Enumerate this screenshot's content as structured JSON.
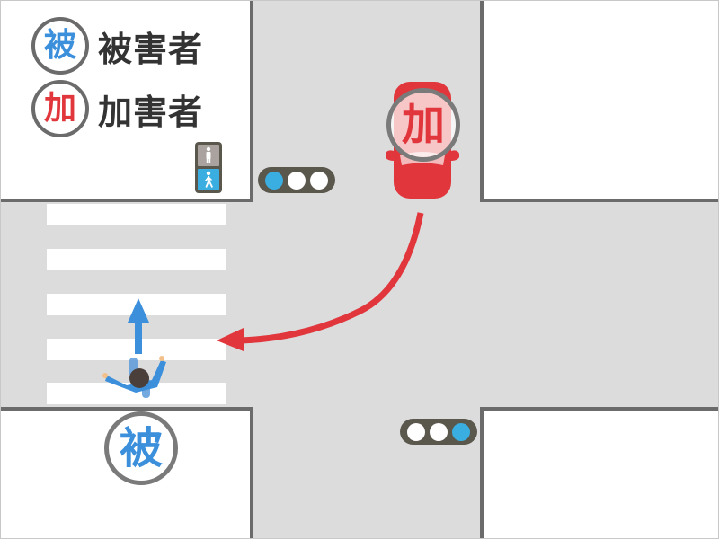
{
  "legend": {
    "victim": {
      "badge": "被",
      "label": "被害者",
      "color": "#3b8fdb"
    },
    "offender": {
      "badge": "加",
      "label": "加害者",
      "color": "#e0363c"
    }
  },
  "markers": {
    "offender_car": {
      "text": "加",
      "color": "#e0363c"
    },
    "victim_pedestrian": {
      "text": "被",
      "color": "#3b8fdb"
    }
  },
  "signals": {
    "pedestrian_signal": {
      "top_state": "stop (off)",
      "bottom_state": "walk (lit)",
      "lit_color": "#3aaee0",
      "off_color": "#a9a29e"
    },
    "traffic_light_top": {
      "lamps": [
        "blue",
        "off",
        "off"
      ]
    },
    "traffic_light_bottom": {
      "lamps": [
        "off",
        "off",
        "blue"
      ]
    }
  },
  "colors": {
    "road": "#dcdcdc",
    "sidewalk": "#ffffff",
    "curb": "#6b6b6b",
    "signal_housing": "#5a574c",
    "signal_blue": "#3aaee0",
    "signal_off": "#ffffff",
    "car": "#e0363c",
    "car_path_arrow": "#e0363c",
    "pedestrian_arrow": "#3b8fdb",
    "pedestrian_body": "#3b8fdb",
    "pedestrian_head": "#4a3f3b"
  },
  "scene": {
    "description": "Intersection: car turning right (from top road into left road) crosses crosswalk where pedestrian walks north on green signal",
    "crosswalk_stripes": 5
  }
}
